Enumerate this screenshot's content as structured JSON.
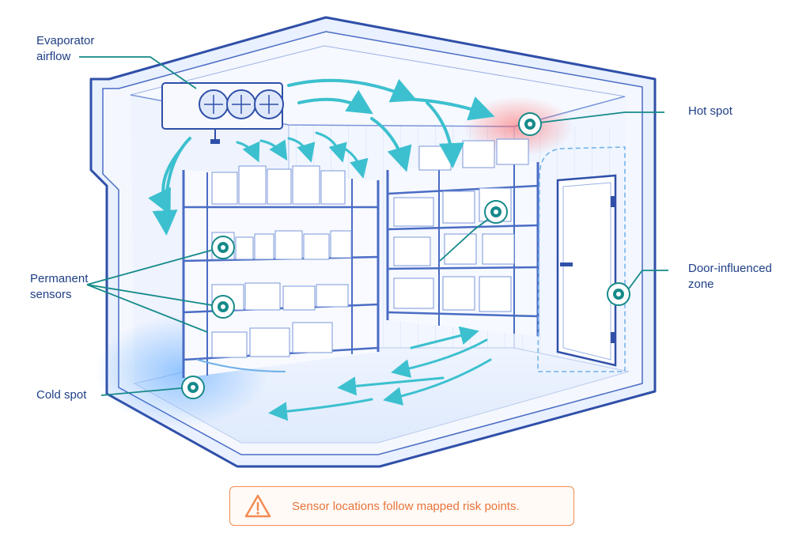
{
  "callouts": {
    "evaporator": [
      "Evaporator",
      "airflow"
    ],
    "hot_spot": "Hot spot",
    "permanent_sensors": [
      "Permanent",
      "sensors"
    ],
    "door_zone": [
      "Door-influenced",
      "zone"
    ],
    "cold_spot": "Cold spot"
  },
  "note": {
    "text": "Sensor locations follow mapped risk points.",
    "icon": "warning-triangle-icon"
  },
  "colors": {
    "outline": "#2f4fa8",
    "label_text": "#1f3f86",
    "airflow": "#3cc0cf",
    "sensor": "#168a8a",
    "hot": "#ff6a6a",
    "cold": "#5aa6ff",
    "note": "#f28c52"
  }
}
